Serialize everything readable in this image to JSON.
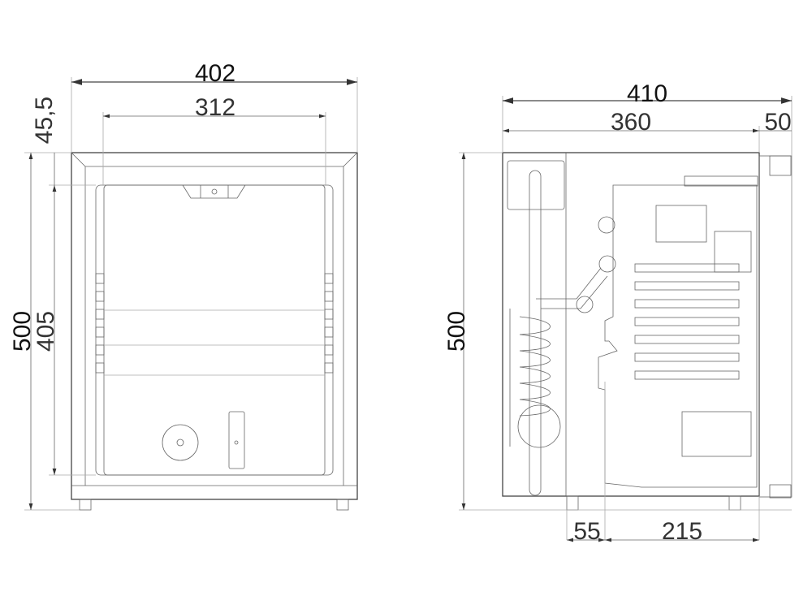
{
  "front_view": {
    "overall_width": "402",
    "inner_width": "312",
    "top_offset": "45,5",
    "overall_height": "500",
    "inner_height": "405"
  },
  "side_view": {
    "overall_depth": "410",
    "body_depth": "360",
    "door_depth": "50",
    "overall_height": "500",
    "foot_offset": "55",
    "foot_spacing": "215"
  }
}
